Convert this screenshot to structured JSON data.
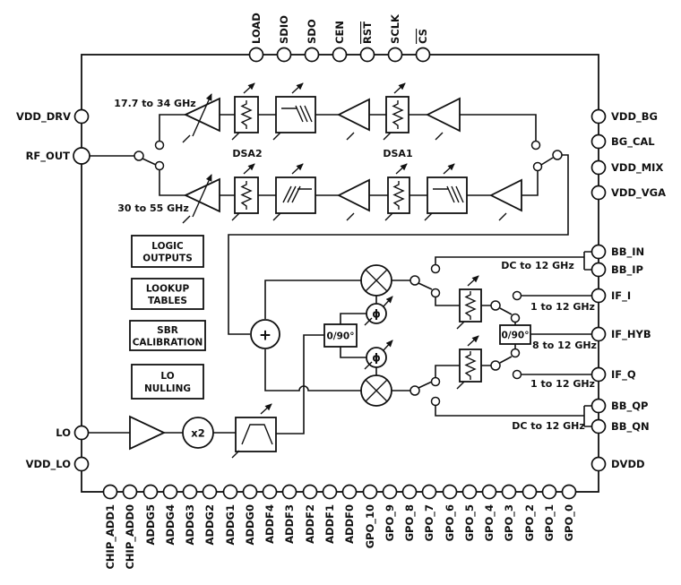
{
  "diagram": {
    "bands": {
      "high": "17.7 to 34 GHz",
      "low": "30 to 55 GHz"
    },
    "attenuator_labels": {
      "dsa2": "DSA2",
      "dsa1": "DSA1"
    },
    "blocks": {
      "logic": {
        "line1": "LOGIC",
        "line2": "OUTPUTS"
      },
      "lookup": {
        "line1": "LOOKUP",
        "line2": "TABLES"
      },
      "sbr": {
        "line1": "SBR",
        "line2": "CALIBRATION"
      },
      "lo_null": {
        "line1": "LO",
        "line2": "NULLING"
      }
    },
    "symbols": {
      "summer": "+",
      "multiplier": "x2",
      "phase_i": "ϕ",
      "phase_q": "ϕ",
      "quad_splitter": "0/90°",
      "if_hybrid": "0/90°"
    },
    "freq_labels": {
      "bb_i": "DC to 12 GHz",
      "if_i": "1 to 12 GHz",
      "if_hyb": "8 to 12 GHz",
      "if_q": "1 to 12 GHz",
      "bb_q": "DC to 12 GHz"
    }
  },
  "pins": {
    "top": [
      {
        "label": "LOAD",
        "overline": false
      },
      {
        "label": "SDIO",
        "overline": false
      },
      {
        "label": "SDO",
        "overline": false
      },
      {
        "label": "CEN",
        "overline": false
      },
      {
        "label": "RST",
        "overline": true
      },
      {
        "label": "SCLK",
        "overline": false
      },
      {
        "label": "CS",
        "overline": true
      }
    ],
    "left": [
      "VDD_DRV",
      "RF_OUT",
      "LO",
      "VDD_LO"
    ],
    "right": [
      "VDD_BG",
      "BG_CAL",
      "VDD_MIX",
      "VDD_VGA",
      "BB_IN",
      "BB_IP",
      "IF_I",
      "IF_HYB",
      "IF_Q",
      "BB_QP",
      "BB_QN",
      "DVDD"
    ],
    "bottom": [
      "CHIP_ADD1",
      "CHIP_ADD0",
      "ADDG5",
      "ADDG4",
      "ADDG3",
      "ADDG2",
      "ADDG1",
      "ADDG0",
      "ADDF4",
      "ADDF3",
      "ADDF2",
      "ADDF1",
      "ADDF0",
      "GPO_10",
      "GPO_9",
      "GPO_8",
      "GPO_7",
      "GPO_6",
      "GPO_5",
      "GPO_4",
      "GPO_3",
      "GPO_2",
      "GPO_1",
      "GPO_0"
    ]
  }
}
